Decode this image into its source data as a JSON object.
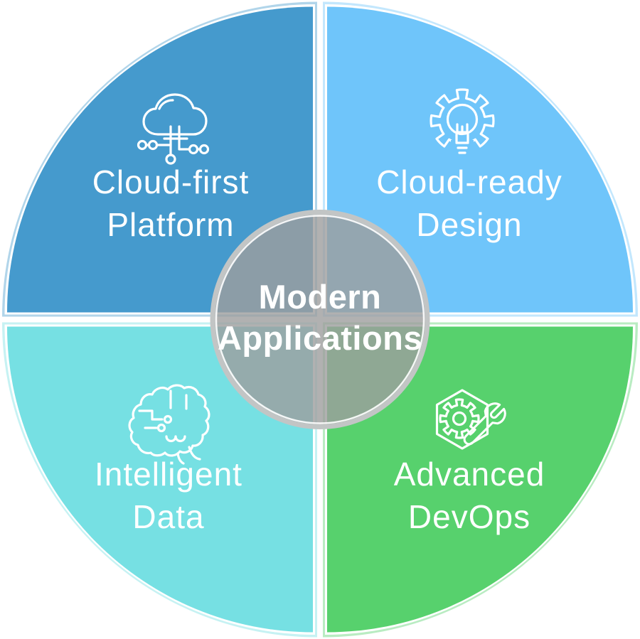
{
  "page": {
    "background": "#ffffff"
  },
  "diagram": {
    "center": {
      "title_line1": "Modern",
      "title_line2": "Applications",
      "fill": "rgba(158,158,158,0.8)",
      "ring_color": "#c2c5c5",
      "inner_ring_color": "rgba(255,255,255,0.9)",
      "text_color": "#ffffff"
    },
    "label_text_color": "#ffffff",
    "quadrants": [
      {
        "id": "cloud-first-platform",
        "position": "top-left",
        "label_line1": "Cloud-first",
        "label_line2": "Platform",
        "color": "#459acd",
        "icon": "cloud-network-icon"
      },
      {
        "id": "cloud-ready-design",
        "position": "top-right",
        "label_line1": "Cloud-ready",
        "label_line2": "Design",
        "color": "#6fc5fa",
        "icon": "gear-lightbulb-icon"
      },
      {
        "id": "intelligent-data",
        "position": "bottom-left",
        "label_line1": "Intelligent",
        "label_line2": "Data",
        "color": "#76e0e3",
        "icon": "brain-circuit-icon"
      },
      {
        "id": "advanced-devops",
        "position": "bottom-right",
        "label_line1": "Advanced",
        "label_line2": "DevOps",
        "color": "#57d16d",
        "icon": "gear-wrench-icon"
      }
    ]
  }
}
